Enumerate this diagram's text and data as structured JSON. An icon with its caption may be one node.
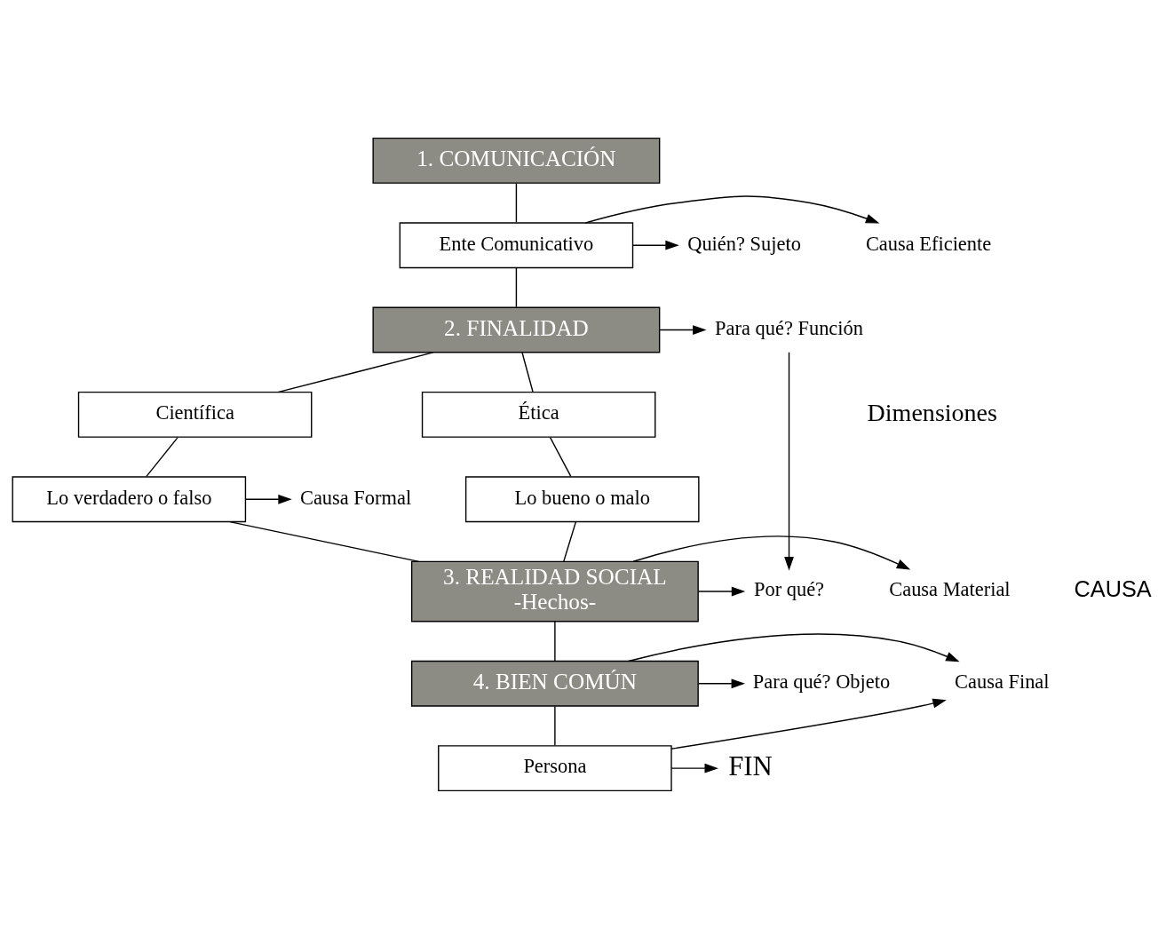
{
  "diagram": {
    "nodes": [
      {
        "text": [
          "1. COMUNICACIÓN"
        ]
      },
      {
        "text": [
          "Ente Comunicativo"
        ]
      },
      {
        "text": [
          "Causa Eficiente"
        ]
      },
      {
        "text": [
          "Quién? Sujeto"
        ]
      },
      {
        "text": [
          "2. FINALIDAD"
        ]
      },
      {
        "text": [
          "Para qué? Función"
        ]
      },
      {
        "text": [
          "Científica"
        ]
      },
      {
        "text": [
          "Ética"
        ]
      },
      {
        "text": [
          "Lo verdadero o falso"
        ]
      },
      {
        "text": [
          "Lo bueno o malo"
        ]
      },
      {
        "text": [
          "Causa Formal"
        ]
      },
      {
        "text": [
          "3. REALIDAD SOCIAL",
          "-Hechos-"
        ]
      },
      {
        "text": [
          "Causa Material"
        ]
      },
      {
        "text": [
          "Por qué?"
        ]
      },
      {
        "text": [
          "4. BIEN COMÚN"
        ]
      },
      {
        "text": [
          "Causa Final"
        ]
      },
      {
        "text": [
          "Para qué? Objeto"
        ]
      },
      {
        "text": [
          "Persona"
        ]
      },
      {
        "text": [
          "FIN"
        ]
      }
    ],
    "edges": [
      {
        "from": 0,
        "to": 1,
        "arrow": "none"
      },
      {
        "from": 1,
        "to": 2,
        "arrow": "to"
      },
      {
        "from": 1,
        "to": 3,
        "arrow": "to"
      },
      {
        "from": 1,
        "to": 4,
        "arrow": "none"
      },
      {
        "from": 4,
        "to": 5,
        "arrow": "to"
      },
      {
        "from": 4,
        "to": 6,
        "arrow": "none"
      },
      {
        "from": 4,
        "to": 7,
        "arrow": "none"
      },
      {
        "from": 6,
        "to": 8,
        "arrow": "none"
      },
      {
        "from": 7,
        "to": 9,
        "arrow": "none"
      },
      {
        "from": 8,
        "to": 10,
        "arrow": "to"
      },
      {
        "from": 8,
        "to": 11,
        "arrow": "none"
      },
      {
        "from": 9,
        "to": 11,
        "arrow": "none"
      },
      {
        "from": 5,
        "to": 13,
        "arrow": "to"
      },
      {
        "from": 11,
        "to": 12,
        "arrow": "to"
      },
      {
        "from": 11,
        "to": 13,
        "arrow": "to"
      },
      {
        "from": 11,
        "to": 14,
        "arrow": "none"
      },
      {
        "from": 14,
        "to": 15,
        "arrow": "to"
      },
      {
        "from": 14,
        "to": 16,
        "arrow": "to"
      },
      {
        "from": 14,
        "to": 17,
        "arrow": "none"
      },
      {
        "from": 17,
        "to": 15,
        "arrow": "to"
      },
      {
        "from": 17,
        "to": 18,
        "arrow": "to"
      }
    ],
    "labels": [
      "Dimensiones",
      "CAUSA"
    ]
  }
}
